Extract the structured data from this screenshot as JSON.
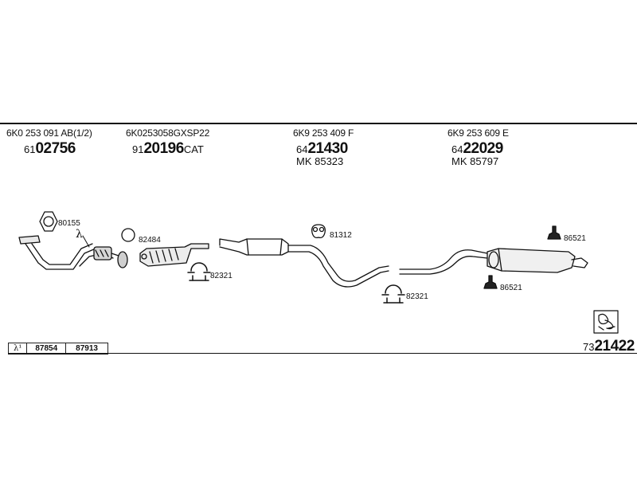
{
  "header": {
    "columns": [
      {
        "oem": "6K0 253 091 AB(1/2)",
        "prefix": "61",
        "number": "02756",
        "suffix": "",
        "mk": ""
      },
      {
        "oem": "6K0253058GXSP22",
        "prefix": "91",
        "number": "20196",
        "suffix": "CAT",
        "mk": ""
      },
      {
        "oem": "6K9 253 409 F",
        "prefix": "64",
        "number": "21430",
        "suffix": "",
        "mk": "MK  85323"
      },
      {
        "oem": "6K9 253 609 E",
        "prefix": "64",
        "number": "22029",
        "suffix": "",
        "mk": "MK  85797"
      }
    ]
  },
  "parts": {
    "gasket_80155": "80155",
    "lambda_symbol": "λ",
    "ring_82484": "82484",
    "clamp_82321_a": "82321",
    "mount_81312": "81312",
    "clamp_82321_b": "82321",
    "hanger_86521_a": "86521",
    "hanger_86521_b": "86521"
  },
  "sensor_table": {
    "symbol": "λ¹",
    "cells": [
      "87854",
      "87913"
    ]
  },
  "reference": {
    "prefix": "73",
    "number": "21422"
  },
  "colors": {
    "line": "#111111",
    "background": "#ffffff"
  }
}
